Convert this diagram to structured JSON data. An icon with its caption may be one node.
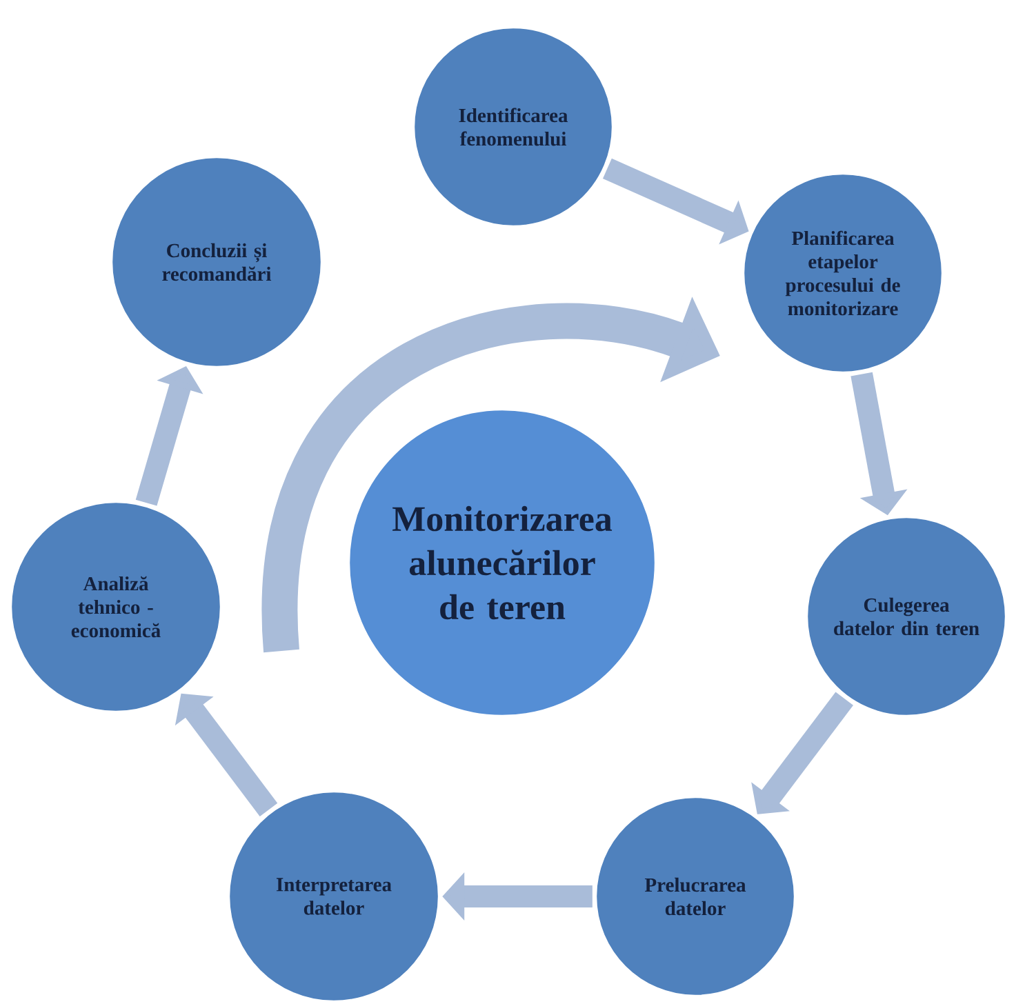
{
  "diagram": {
    "nodes": [
      {
        "text": [
          "Identificarea fenomenului"
        ]
      },
      {
        "text": [
          "Planificarea etapelor procesului de monitorizare"
        ]
      },
      {
        "text": [
          "Culegerea datelor din teren"
        ]
      },
      {
        "text": [
          "Prelucrarea datelor"
        ]
      },
      {
        "text": [
          "Interpretarea datelor"
        ]
      },
      {
        "text": [
          "Analiză tehnico - economică"
        ]
      },
      {
        "text": [
          "Concluzii și recomandări"
        ]
      },
      {
        "text": [
          "Monitorizarea alunecărilor de teren"
        ]
      }
    ],
    "edges": [
      {
        "from": 0,
        "to": 1,
        "arrow": "to"
      },
      {
        "from": 1,
        "to": 2,
        "arrow": "to"
      },
      {
        "from": 2,
        "to": 3,
        "arrow": "to"
      },
      {
        "from": 3,
        "to": 4,
        "arrow": "to"
      },
      {
        "from": 4,
        "to": 5,
        "arrow": "to"
      },
      {
        "from": 5,
        "to": 6,
        "arrow": "to"
      }
    ]
  }
}
